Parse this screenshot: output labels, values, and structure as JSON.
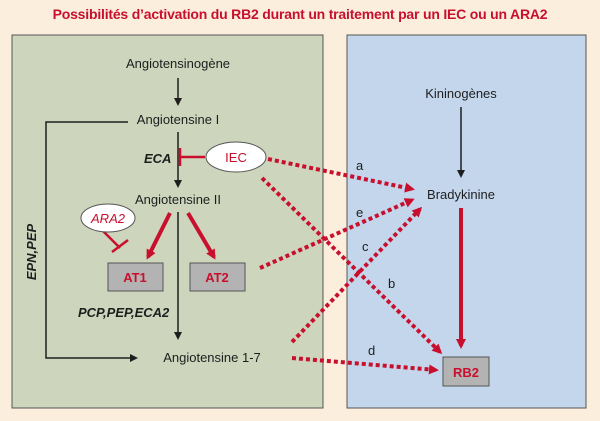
{
  "title": "Possibilités d’activation du RB2 durant un traitement par un IEC ou un ARA2",
  "nodes": {
    "angiotensinogene": "Angiotensinogène",
    "angiotensine_1": "Angiotensine I",
    "angiotensine_2": "Angiotensine II",
    "angiotensine_1_7": "Angiotensine 1-7",
    "kininogenes": "Kininogènes",
    "bradykinine": "Bradykinine",
    "at1": "AT1",
    "at2": "AT2",
    "rb2": "RB2",
    "iec": "IEC",
    "ara2": "ARA2"
  },
  "enzymes": {
    "eca": "ECA",
    "epn_pep": "EPN,PEP",
    "pcp_pep_eca2": "PCP,PEP,ECA2"
  },
  "paths": {
    "a": "a",
    "b": "b",
    "c": "c",
    "d": "d",
    "e": "e"
  },
  "colors": {
    "background": "#fbeedc",
    "left_panel": "#cdd5bc",
    "right_panel": "#c3d6ec",
    "accent_red": "#c8102e",
    "receptor_box": "#b3b3b3"
  }
}
